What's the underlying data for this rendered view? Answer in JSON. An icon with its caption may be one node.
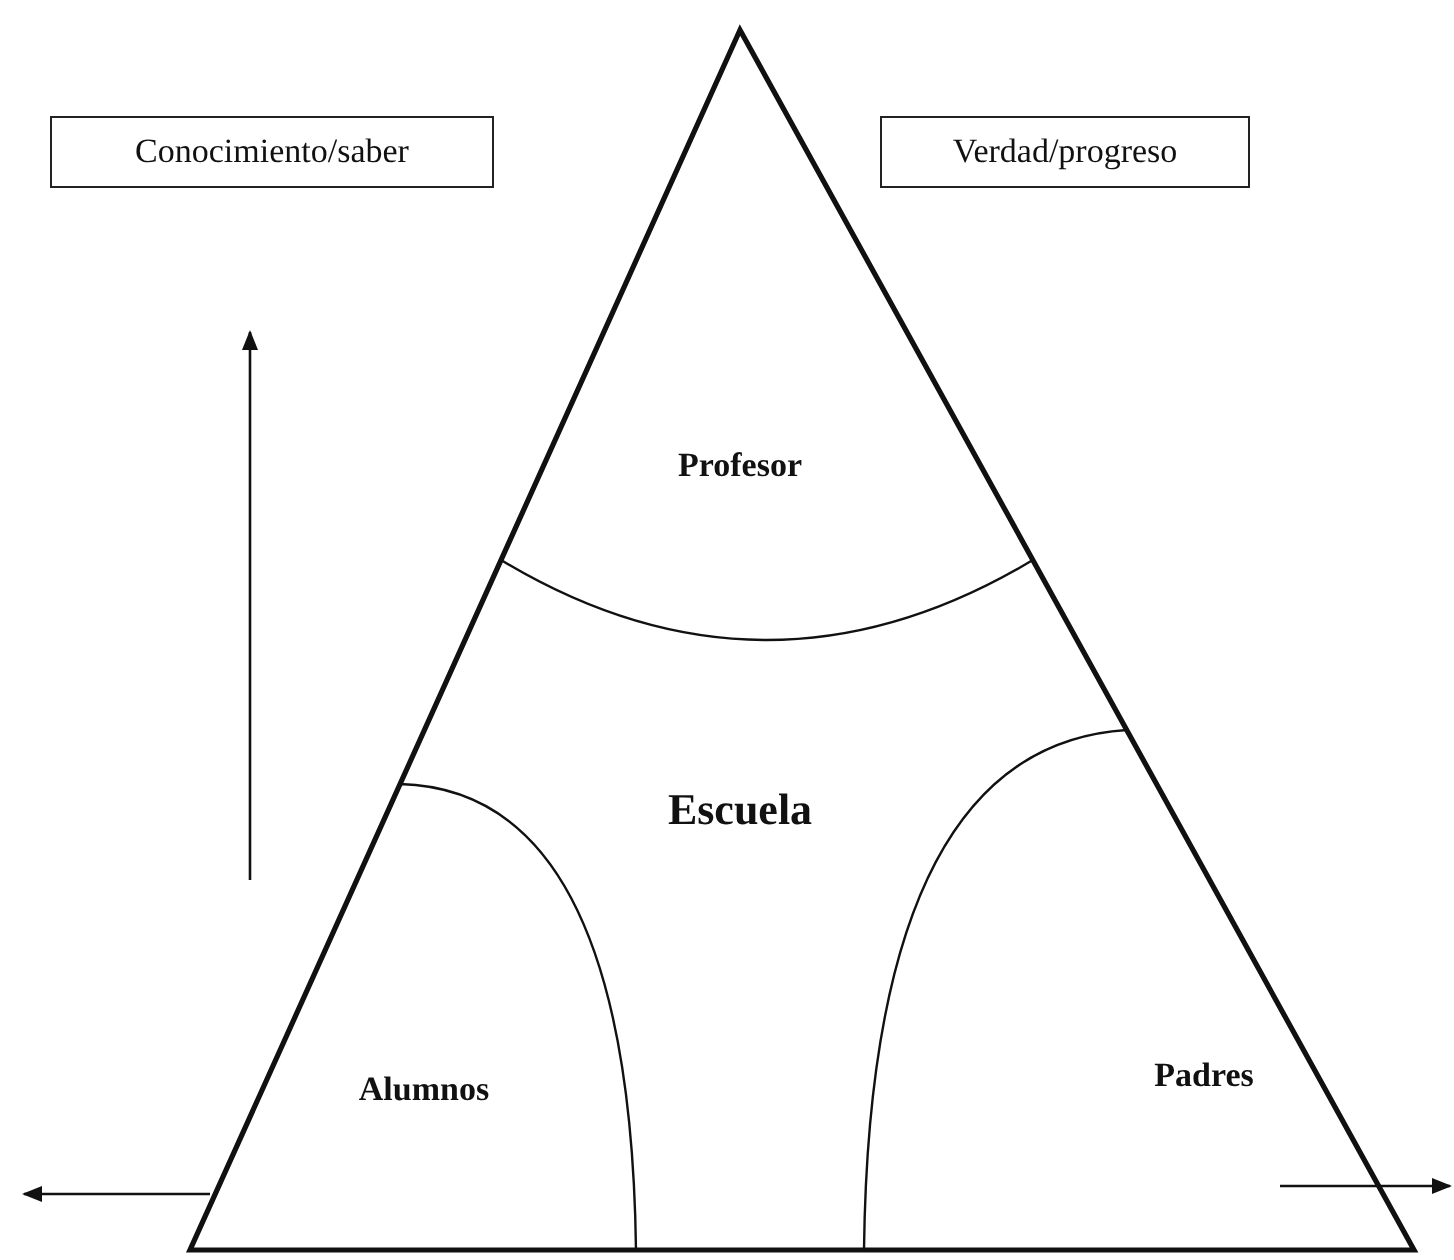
{
  "diagram": {
    "nodes": [
      {
        "text": [
          "Escuela"
        ]
      },
      {
        "text": [
          "Profesor"
        ],
        "in": 0
      },
      {
        "text": [
          "Alumnos"
        ],
        "in": 0
      },
      {
        "text": [
          "Padres"
        ],
        "in": 0
      },
      {
        "text": [
          "Conocimiento/saber"
        ]
      },
      {
        "text": [
          "Verdad/progreso"
        ]
      }
    ]
  }
}
